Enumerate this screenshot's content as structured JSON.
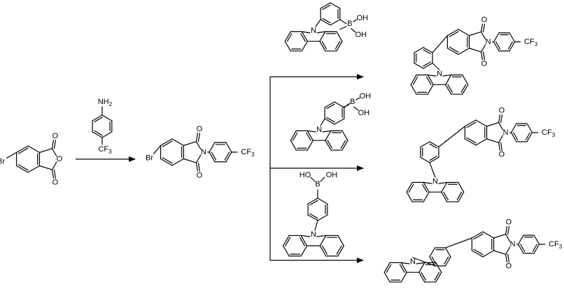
{
  "labels": {
    "br": "Br",
    "o": "O",
    "n": "N",
    "b": "B",
    "oh": "OH",
    "ho": "HO",
    "nh2_n": "NH",
    "nh2_sub": "2",
    "cf3_cf": "CF",
    "cf3_sub": "3"
  },
  "colors": {
    "ink": "#000000",
    "background": "#ffffff"
  }
}
